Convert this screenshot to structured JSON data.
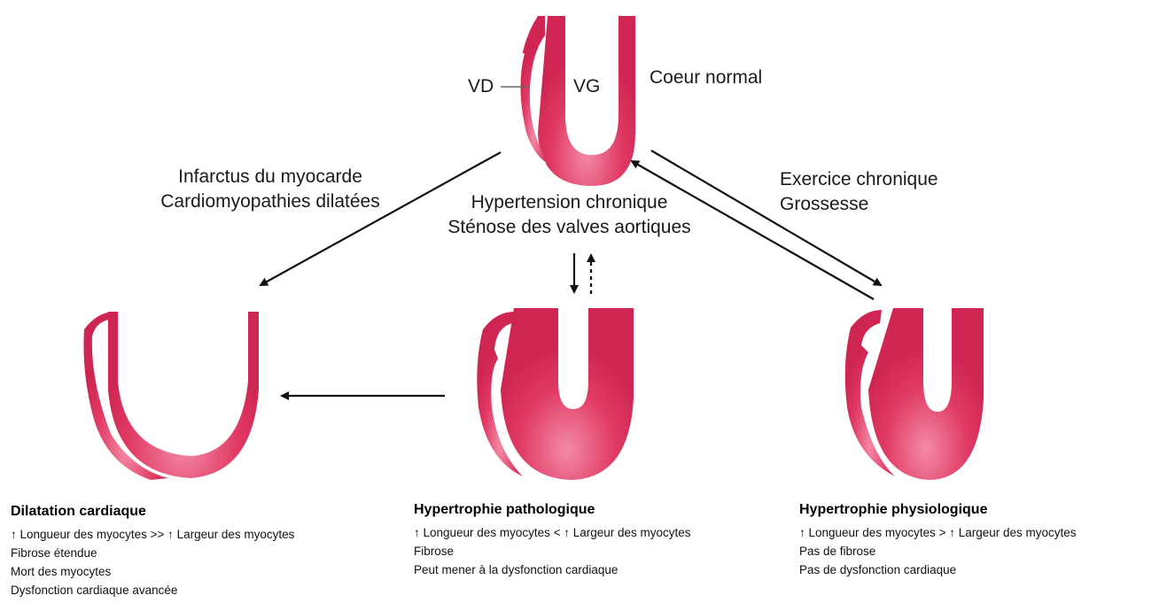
{
  "normal": {
    "label": "Coeur normal",
    "vd": "VD",
    "vg": "VG"
  },
  "paths": {
    "left": [
      "Infarctus du myocarde",
      "Cardiomyopathies dilatées"
    ],
    "center": [
      "Hypertension chronique",
      "Sténose des valves aortiques"
    ],
    "right": [
      "Exercice chronique",
      "Grossesse"
    ]
  },
  "dilatation": {
    "title": "Dilatation cardiaque",
    "lines": [
      "↑ Longueur des myocytes  >>  ↑ Largeur des myocytes",
      "Fibrose étendue",
      "Mort des myocytes",
      "Dysfonction cardiaque avancée"
    ]
  },
  "pathologique": {
    "title": "Hypertrophie pathologique",
    "lines": [
      "↑ Longueur des myocytes  <  ↑ Largeur des myocytes",
      "Fibrose",
      "Peut mener à la dysfonction cardiaque"
    ]
  },
  "physiologique": {
    "title": "Hypertrophie physiologique",
    "lines": [
      "↑ Longueur des myocytes  >  ↑ Largeur des myocytes",
      "Pas de fibrose",
      "Pas de dysfonction cardiaque"
    ]
  },
  "colors": {
    "heart": "#d9305a",
    "heart_light": "#f06a8c",
    "arrow": "#111111"
  }
}
